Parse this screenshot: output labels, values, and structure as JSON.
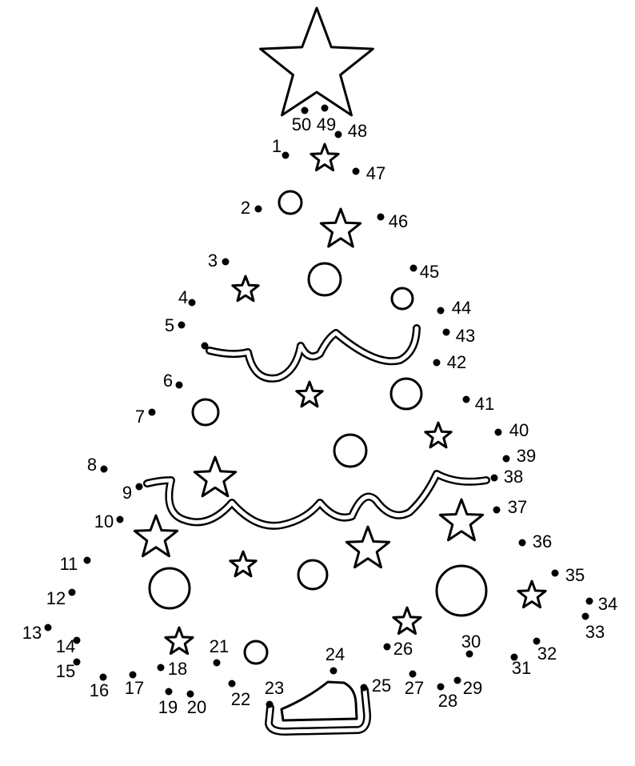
{
  "page": {
    "type": "dot-to-dot worksheet",
    "subject": "christmas-tree"
  },
  "dots": [
    "1",
    "2",
    "3",
    "4",
    "5",
    "6",
    "7",
    "8",
    "9",
    "10",
    "11",
    "12",
    "13",
    "14",
    "15",
    "16",
    "17",
    "18",
    "19",
    "20",
    "21",
    "22",
    "23",
    "24",
    "25",
    "26",
    "27",
    "28",
    "29",
    "30",
    "31",
    "32",
    "33",
    "34",
    "35",
    "36",
    "37",
    "38",
    "39",
    "40",
    "41",
    "42",
    "43",
    "44",
    "45",
    "46",
    "47",
    "48",
    "49",
    "50"
  ],
  "colors": {
    "ink": "#000000",
    "paper": "#ffffff"
  }
}
